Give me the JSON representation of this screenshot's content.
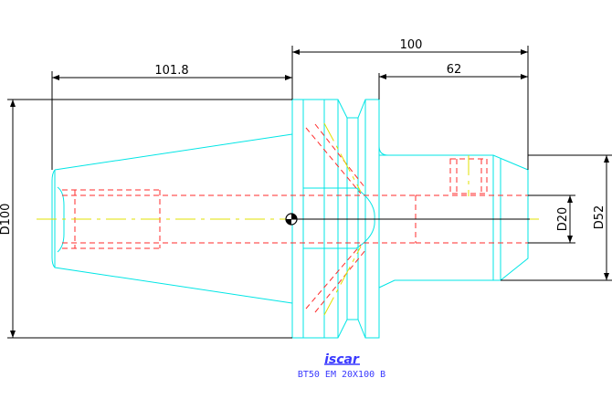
{
  "dimensions": {
    "overall_length": "100",
    "shank_length": "62",
    "taper_length": "101.8",
    "flange_diameter": "D100",
    "shank_diameter": "D52",
    "bore_diameter": "D20"
  },
  "brand_logo": "iscar",
  "part_code": "BT50 EM 20X100 B",
  "colors": {
    "outline": "#00e5e5",
    "hidden": "#ff2b2b",
    "centerline": "#e0e000",
    "dimension": "#000000",
    "caption": "#3a3aff"
  }
}
